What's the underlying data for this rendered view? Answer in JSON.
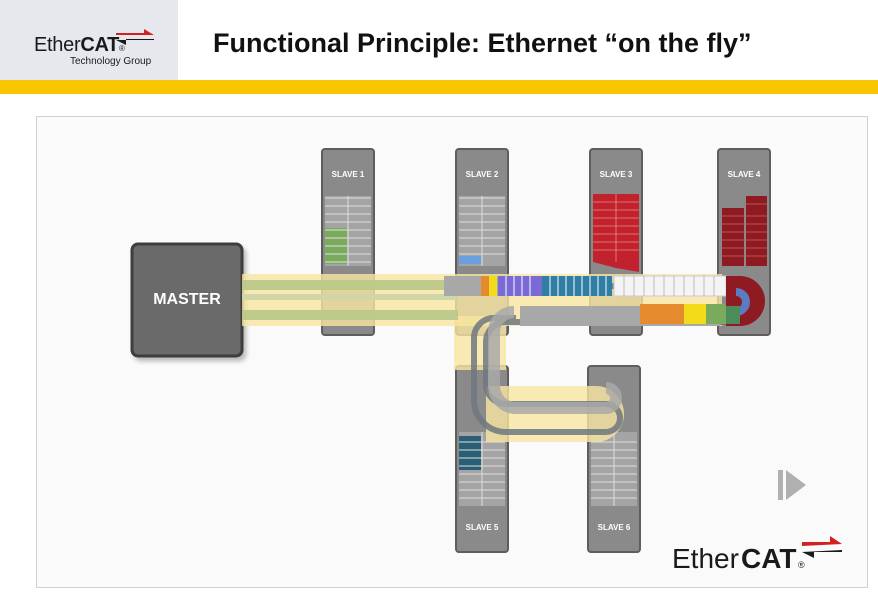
{
  "header": {
    "logo": {
      "ether": "Ether",
      "cat": "CAT",
      "subtitle": "Technology Group"
    },
    "title": "Functional Principle: Ethernet “on the fly”",
    "accent_color": "#f9c400",
    "logo_arrow_color": "#d32020"
  },
  "diagram": {
    "master_label": "MASTER",
    "slaves": [
      {
        "id": "slave-1",
        "label": "SLAVE 1"
      },
      {
        "id": "slave-2",
        "label": "SLAVE 2"
      },
      {
        "id": "slave-3",
        "label": "SLAVE 3"
      },
      {
        "id": "slave-4",
        "label": "SLAVE 4"
      },
      {
        "id": "slave-5",
        "label": "SLAVE 5"
      },
      {
        "id": "slave-6",
        "label": "SLAVE 6"
      }
    ],
    "frame_colors": {
      "slave1": "#7aaa5c",
      "slave2": "#7a6ad6",
      "slave3": "#c2222d",
      "slave4": "#8e1a22",
      "slave5": "#2a5e75",
      "slave6": "#f0f0f0",
      "orange": "#e68a2e",
      "yellow": "#f2dc1a",
      "teal": "#2f7fa5",
      "cable_yellow": "#f7e6a0",
      "cable_gray": "#6f7780",
      "cable_green": "#b8c887"
    },
    "next_icon": "play-next-icon",
    "bottom_logo": {
      "ether": "Ether",
      "cat": "CAT"
    }
  }
}
